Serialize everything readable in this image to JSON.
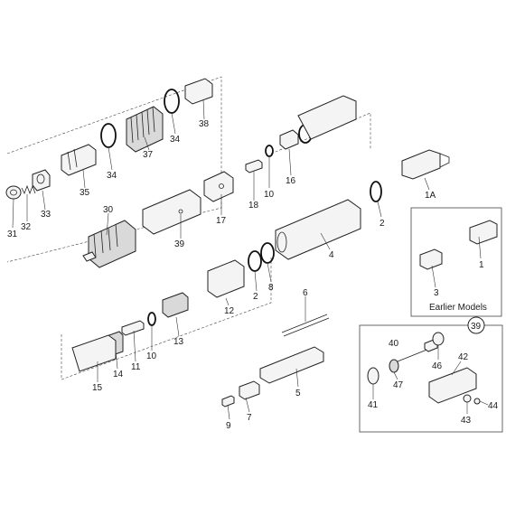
{
  "labels": {
    "p31": "31",
    "p32": "32",
    "p33": "33",
    "p30": "30",
    "p35": "35",
    "p34a": "34",
    "p37": "37",
    "p34b": "34",
    "p38": "38",
    "p39": "39",
    "p17": "17",
    "p18": "18",
    "p10a": "10",
    "p16": "16",
    "p1A": "1A",
    "p2a": "2",
    "p4": "4",
    "p8": "8",
    "p2b": "2",
    "p12": "12",
    "p13": "13",
    "p10b": "10",
    "p11": "11",
    "p14": "14",
    "p15": "15",
    "p6": "6",
    "p5": "5",
    "p7": "7",
    "p9": "9",
    "p1": "1",
    "p3": "3",
    "p40": "40",
    "p46": "46",
    "p42": "42",
    "p41": "41",
    "p47": "47",
    "p43": "43",
    "p44": "44"
  },
  "inset_earlier": {
    "caption": "Earlier Models"
  },
  "inset_39": {
    "badge": "39"
  }
}
